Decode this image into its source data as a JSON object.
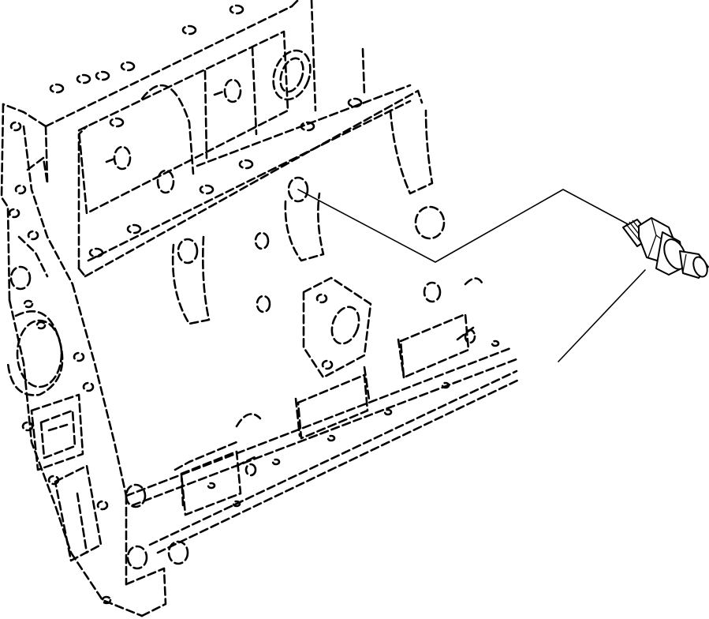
{
  "diagram": {
    "kind": "exploded-parts-view",
    "subject": "engine-block-with-sensor",
    "colors": {
      "line": "#000000",
      "background": "#ffffff"
    },
    "parts": [
      {
        "id": "engine-block",
        "style": "dashed-outline"
      },
      {
        "id": "pressure-sensor",
        "style": "solid-outline"
      }
    ],
    "labels": []
  }
}
